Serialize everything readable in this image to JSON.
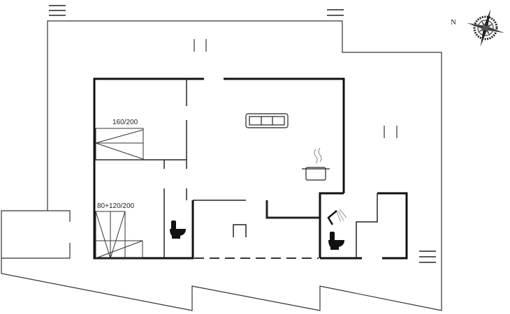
{
  "plan": {
    "bed_label_1": "160/200",
    "bed_label_2": "80+120/200",
    "compass_label": "N"
  },
  "icons": [
    "sofa-icon",
    "cooking-pot-icon",
    "toilet-icon",
    "shower-icon",
    "compass-rose-icon",
    "stairs-icon"
  ]
}
